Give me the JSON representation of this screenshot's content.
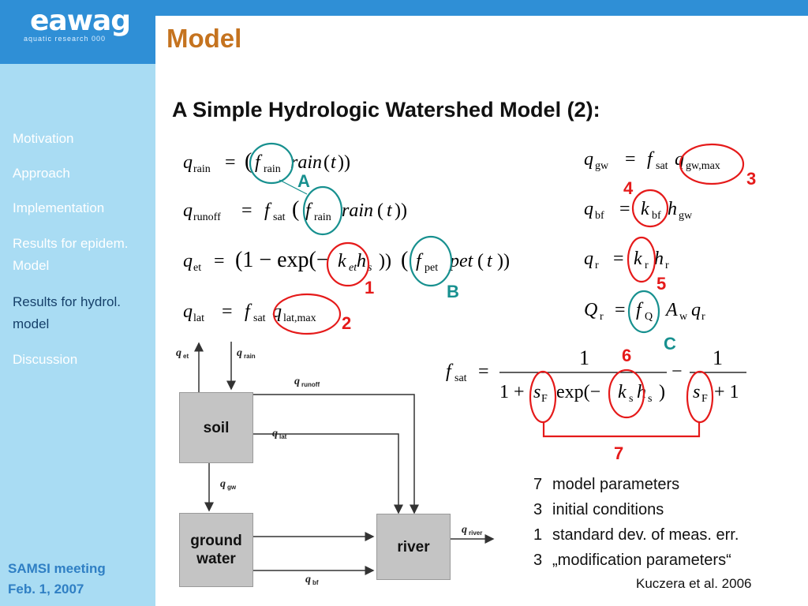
{
  "logo": {
    "brand": "eawag",
    "subtitle": "aquatic research 000"
  },
  "page_title": "Model",
  "heading": "A Simple Hydrologic Watershed Model (2):",
  "sidebar": {
    "items": [
      {
        "label": "Motivation"
      },
      {
        "label": "Approach"
      },
      {
        "label": "Implementation"
      },
      {
        "label": "Results for epidem. Model"
      },
      {
        "label": "Results for hydrol. model"
      },
      {
        "label": "Discussion"
      }
    ],
    "footer_line1": "SAMSI meeting",
    "footer_line2": "Feb. 1, 2007"
  },
  "markers": {
    "m1": "1",
    "m2": "2",
    "m3": "3",
    "m4": "4",
    "m5": "5",
    "m6": "6",
    "m7": "7",
    "mA": "A",
    "mB": "B",
    "mC": "C"
  },
  "diagram": {
    "soil": "soil",
    "ground_water_1": "ground",
    "ground_water_2": "water",
    "river": "river",
    "flows": {
      "et": "q",
      "rain": "q",
      "runoff": "q",
      "lat": "q",
      "gw": "q",
      "bf": "q",
      "river": "q"
    }
  },
  "parameters": [
    {
      "count": "7",
      "label": "model parameters"
    },
    {
      "count": "3",
      "label": "initial conditions"
    },
    {
      "count": "1",
      "label": "standard dev. of meas. err."
    },
    {
      "count": "3",
      "label": "„modification parameters“"
    }
  ],
  "citation": "Kuczera et al. 2006",
  "colors": {
    "brand_blue": "#2f8fd6",
    "sidebar": "#a9dcf3",
    "title_orange": "#c5731f",
    "marker_red": "#e51a1a",
    "marker_teal": "#17908f"
  }
}
